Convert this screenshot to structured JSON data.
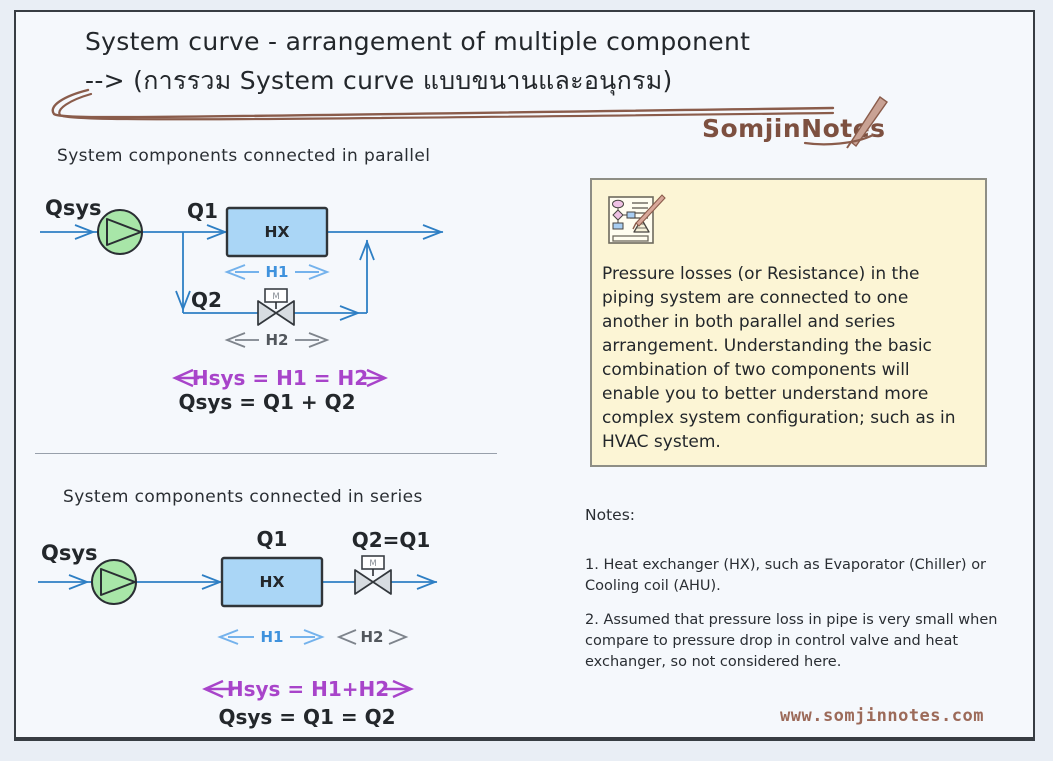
{
  "header": {
    "title_line1": "System curve - arrangement of multiple component",
    "title_line2": "--> (การรวม System curve แบบขนานและอนุกรม)",
    "logo": "SomjinNotes"
  },
  "parallel": {
    "heading": "System components connected in parallel",
    "labels": {
      "qsys": "Qsys",
      "q1": "Q1",
      "q2": "Q2",
      "hx": "HX",
      "m": "M",
      "h1": "H1",
      "h2": "H2"
    },
    "head_equation": "Hsys = H1 = H2",
    "flow_equation": "Qsys = Q1 + Q2"
  },
  "series": {
    "heading": "System components connected in series",
    "labels": {
      "qsys": "Qsys",
      "q1": "Q1",
      "q2": "Q2=Q1",
      "hx": "HX",
      "m": "M",
      "h1": "H1",
      "h2": "H2"
    },
    "head_equation": "Hsys = H1+H2",
    "flow_equation": "Qsys = Q1 = Q2"
  },
  "note_box": {
    "text": "Pressure losses (or Resistance) in the piping system are connected to one another in both parallel and series arrangement. Understanding the basic combination of two components will enable you to better understand more complex system configuration; such as in HVAC system."
  },
  "notes": {
    "heading": "Notes:",
    "items": [
      "1. Heat exchanger (HX), such as Evaporator (Chiller) or Cooling coil (AHU).",
      "2. Assumed that pressure loss in pipe is very small when compare to pressure drop in control valve and heat exchanger, so not considered here."
    ]
  },
  "footer": {
    "website": "www.somjinnotes.com"
  },
  "colors": {
    "flow_blue": "#2e7fc4",
    "h1_blue": "#74b2ec",
    "h2_gray": "#7e848c",
    "head_purple": "#a844ca",
    "pump_green": "#a8e6a8",
    "hx_blue": "#aad6f6",
    "note_bg": "#fcf5d5",
    "brand_brown": "#7d5040",
    "ink": "#23272b"
  }
}
